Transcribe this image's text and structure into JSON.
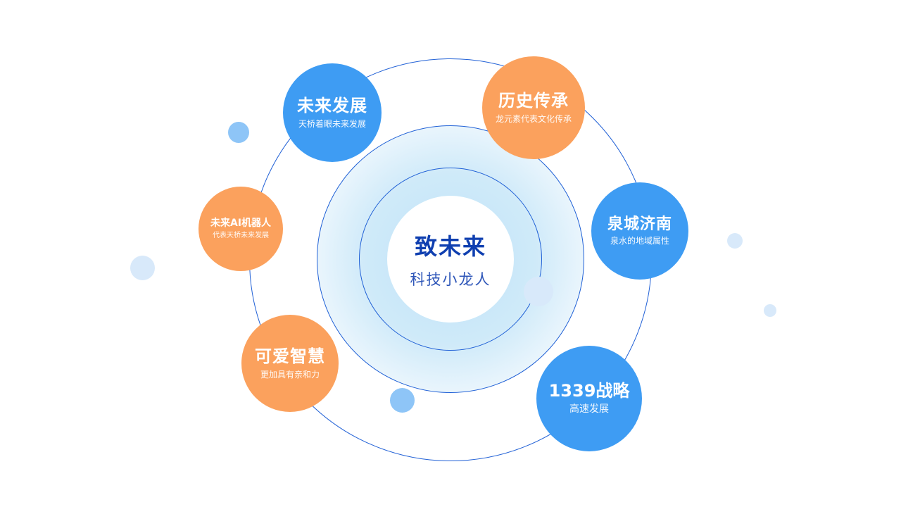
{
  "colors": {
    "ring": "#2060d6",
    "blue_node": "#3e9cf3",
    "orange_node": "#fba15d",
    "title_blue": "#0f3fb0",
    "sub_blue": "#2d55b8",
    "dot_mid": "#8ec5f7",
    "dot_light": "#d8e9fa"
  },
  "center": {
    "title": "致未来",
    "subtitle": "科技小龙人"
  },
  "nodes": [
    {
      "title": "未来发展",
      "subtitle": "天桥着眼未来发展",
      "color": "blue"
    },
    {
      "title": "历史传承",
      "subtitle": "龙元素代表文化传承",
      "color": "orange"
    },
    {
      "title": "未来AI机器人",
      "subtitle": "代表天桥未来发展",
      "color": "orange"
    },
    {
      "title": "泉城济南",
      "subtitle": "泉水的地域属性",
      "color": "blue"
    },
    {
      "title": "可爱智慧",
      "subtitle": "更加具有亲和力",
      "color": "orange"
    },
    {
      "title": "1339战略",
      "subtitle": "高速发展",
      "color": "blue"
    }
  ]
}
